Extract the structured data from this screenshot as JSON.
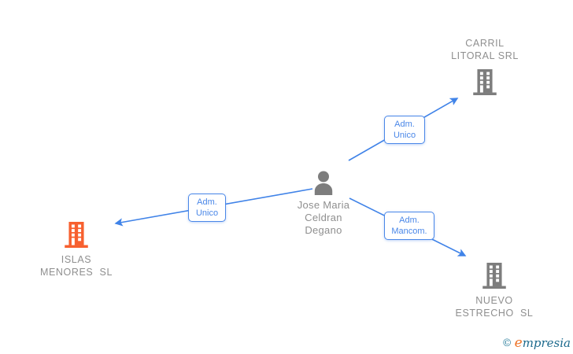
{
  "colors": {
    "edge_blue": "#4083e8",
    "label_border_blue": "#4a87e8",
    "node_gray": "#7d7d7d",
    "text_gray": "#8f8f8f",
    "highlight_orange": "#f7602f",
    "logo_teal": "#1d6a8d",
    "logo_orange": "#ee7226"
  },
  "nodes": {
    "person": {
      "type": "person",
      "name": "Jose Maria\nCeldran\nDegano"
    },
    "carril": {
      "type": "company",
      "name": "CARRIL\nLITORAL SRL"
    },
    "islas": {
      "type": "company",
      "name": "ISLAS\nMENORES  SL",
      "highlighted": true
    },
    "nuevo": {
      "type": "company",
      "name": "NUEVO\nESTRECHO  SL"
    }
  },
  "edges": [
    {
      "from": "person",
      "to": "islas",
      "label": "Adm.\nUnico"
    },
    {
      "from": "person",
      "to": "carril",
      "label": "Adm.\nUnico"
    },
    {
      "from": "person",
      "to": "nuevo",
      "label": "Adm.\nMancom."
    }
  ],
  "footer": {
    "copyright_symbol": "©",
    "brand": "empresia"
  }
}
